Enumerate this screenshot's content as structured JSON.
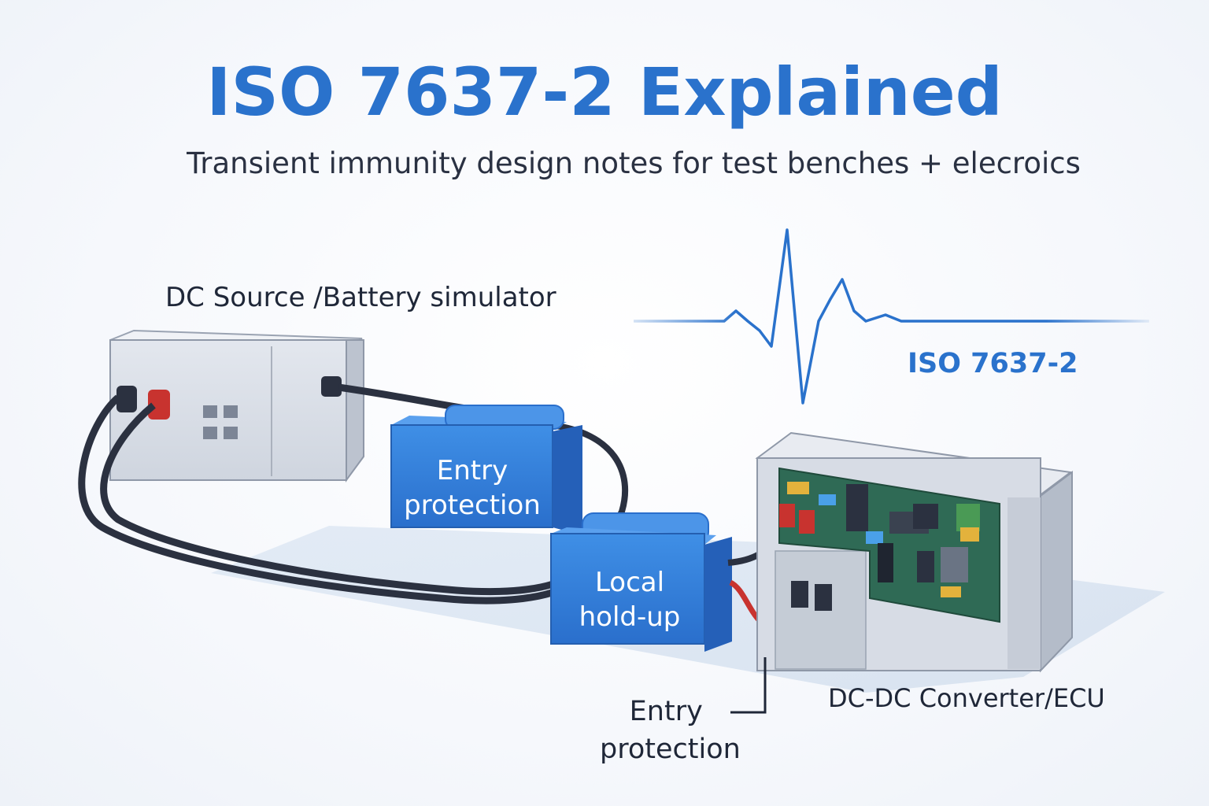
{
  "header": {
    "title": "ISO 7637-2 Explained",
    "subtitle": "Transient immunity design notes for test benches + elecroics"
  },
  "labels": {
    "source": "DC Source /Battery simulator",
    "waveform": "ISO 7637-2",
    "ecu": "DC-DC Converter/ECU",
    "entry_callout_line1": "Entry",
    "entry_callout_line2": "protection"
  },
  "modules": {
    "entry_protection": {
      "line1": "Entry",
      "line2": "protection"
    },
    "local_holdup": {
      "line1": "Local",
      "line2": "hold-up"
    }
  },
  "colors": {
    "accent_blue": "#2a72cc",
    "module_blue": "#2f7fdc",
    "cable_dark": "#2b3140",
    "cable_red": "#c8332f",
    "pcb_green": "#2f6a55"
  }
}
